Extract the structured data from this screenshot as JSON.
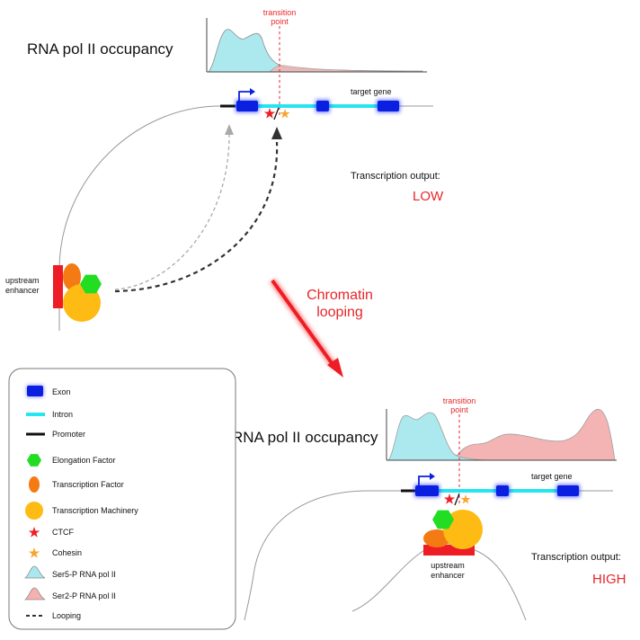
{
  "top": {
    "occupancy_title": "RNA pol II occupancy",
    "transition_line1": "transition",
    "transition_line2": "point",
    "gene_label": "target gene",
    "enhancer_line1": "upstream",
    "enhancer_line2": "enhancer",
    "output_label": "Transcription output:",
    "output_value": "LOW"
  },
  "middle": {
    "looping_line1": "Chromatin",
    "looping_line2": "looping"
  },
  "bottom": {
    "occupancy_title": "RNA pol II occupancy",
    "transition_line1": "transition",
    "transition_line2": "point",
    "gene_label": "target gene",
    "enhancer_line1": "upstream",
    "enhancer_line2": "enhancer",
    "output_label": "Transcription output:",
    "output_value": "HIGH"
  },
  "legend": {
    "items": [
      {
        "label": "Exon",
        "icon": "exon-icon"
      },
      {
        "label": "Intron",
        "icon": "intron-icon"
      },
      {
        "label": "Promoter",
        "icon": "promoter-icon"
      },
      {
        "label": "Elongation Factor",
        "icon": "hexagon-icon"
      },
      {
        "label": "Transcription Factor",
        "icon": "ellipse-icon"
      },
      {
        "label": "Transcription Machinery",
        "icon": "circle-icon"
      },
      {
        "label": "CTCF",
        "icon": "star-icon"
      },
      {
        "label": "Cohesin",
        "icon": "star-icon"
      },
      {
        "label": "Ser5-P RNA pol II",
        "icon": "peak-icon"
      },
      {
        "label": "Ser2-P RNA pol II",
        "icon": "peak-icon"
      },
      {
        "label": "Looping",
        "icon": "dashed-line-icon"
      }
    ]
  },
  "colors": {
    "exon": "#0a1fe0",
    "intron": "#25e5ef",
    "promoter": "#111111",
    "elongation": "#22dd22",
    "tf": "#f47a14",
    "machinery": "#fdbb13",
    "ctcf": "#ee1c25",
    "cohesin": "#f7a531",
    "ser5": "#a8e8ee",
    "ser2": "#f5b0b0",
    "red_text": "#e8262a",
    "enhancer": "#ee1c25"
  }
}
